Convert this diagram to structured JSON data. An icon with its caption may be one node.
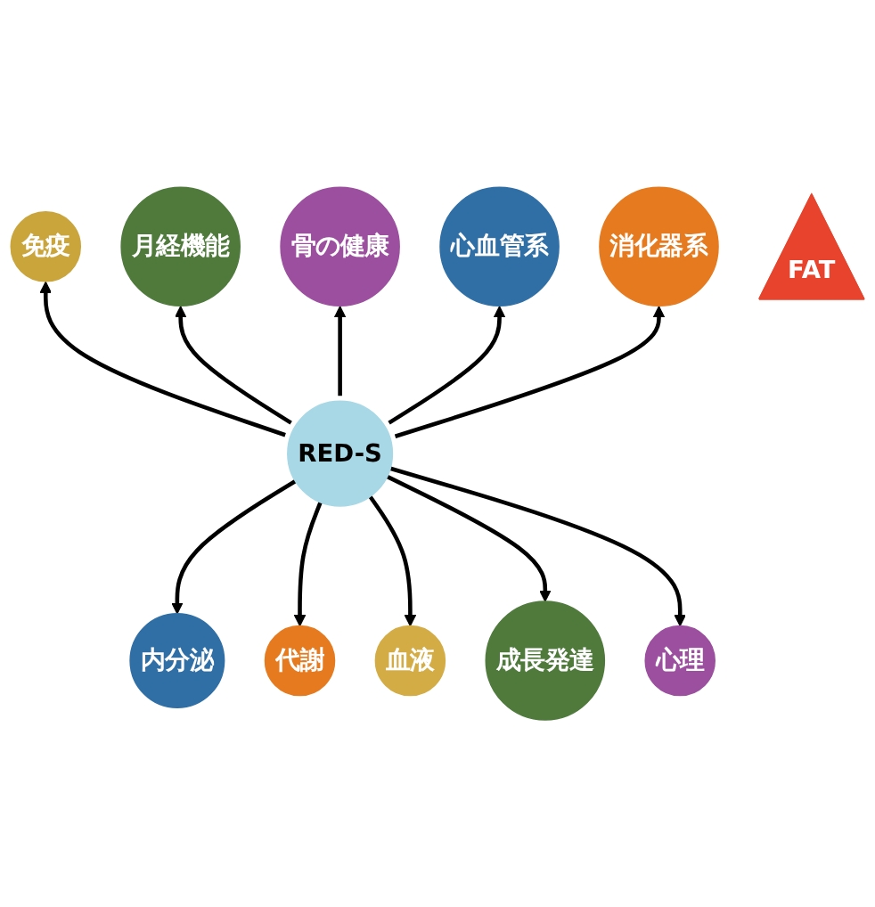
{
  "diagram": {
    "nodes": [
      {
        "text": [
          "RED-S"
        ]
      },
      {
        "text": [
          "免疫"
        ]
      },
      {
        "text": [
          "月経機能"
        ]
      },
      {
        "text": [
          "骨の健康"
        ]
      },
      {
        "text": [
          "内分泌"
        ]
      },
      {
        "text": [
          "代謝"
        ]
      },
      {
        "text": [
          "血液"
        ]
      },
      {
        "text": [
          "成長発達"
        ]
      },
      {
        "text": [
          "心理"
        ]
      },
      {
        "text": [
          "心血管系"
        ]
      },
      {
        "text": [
          "消化器系"
        ]
      },
      {
        "text": [
          "FAT"
        ]
      }
    ],
    "edges": [
      {
        "from": 0,
        "to": 1,
        "arrow": "to"
      },
      {
        "from": 0,
        "to": 2,
        "arrow": "to"
      },
      {
        "from": 0,
        "to": 3,
        "arrow": "to"
      },
      {
        "from": 0,
        "to": 4,
        "arrow": "to"
      },
      {
        "from": 0,
        "to": 5,
        "arrow": "to"
      },
      {
        "from": 0,
        "to": 6,
        "arrow": "to"
      },
      {
        "from": 0,
        "to": 7,
        "arrow": "to"
      },
      {
        "from": 0,
        "to": 8,
        "arrow": "to"
      },
      {
        "from": 0,
        "to": 9,
        "arrow": "to"
      },
      {
        "from": 0,
        "to": 10,
        "arrow": "to"
      }
    ]
  }
}
